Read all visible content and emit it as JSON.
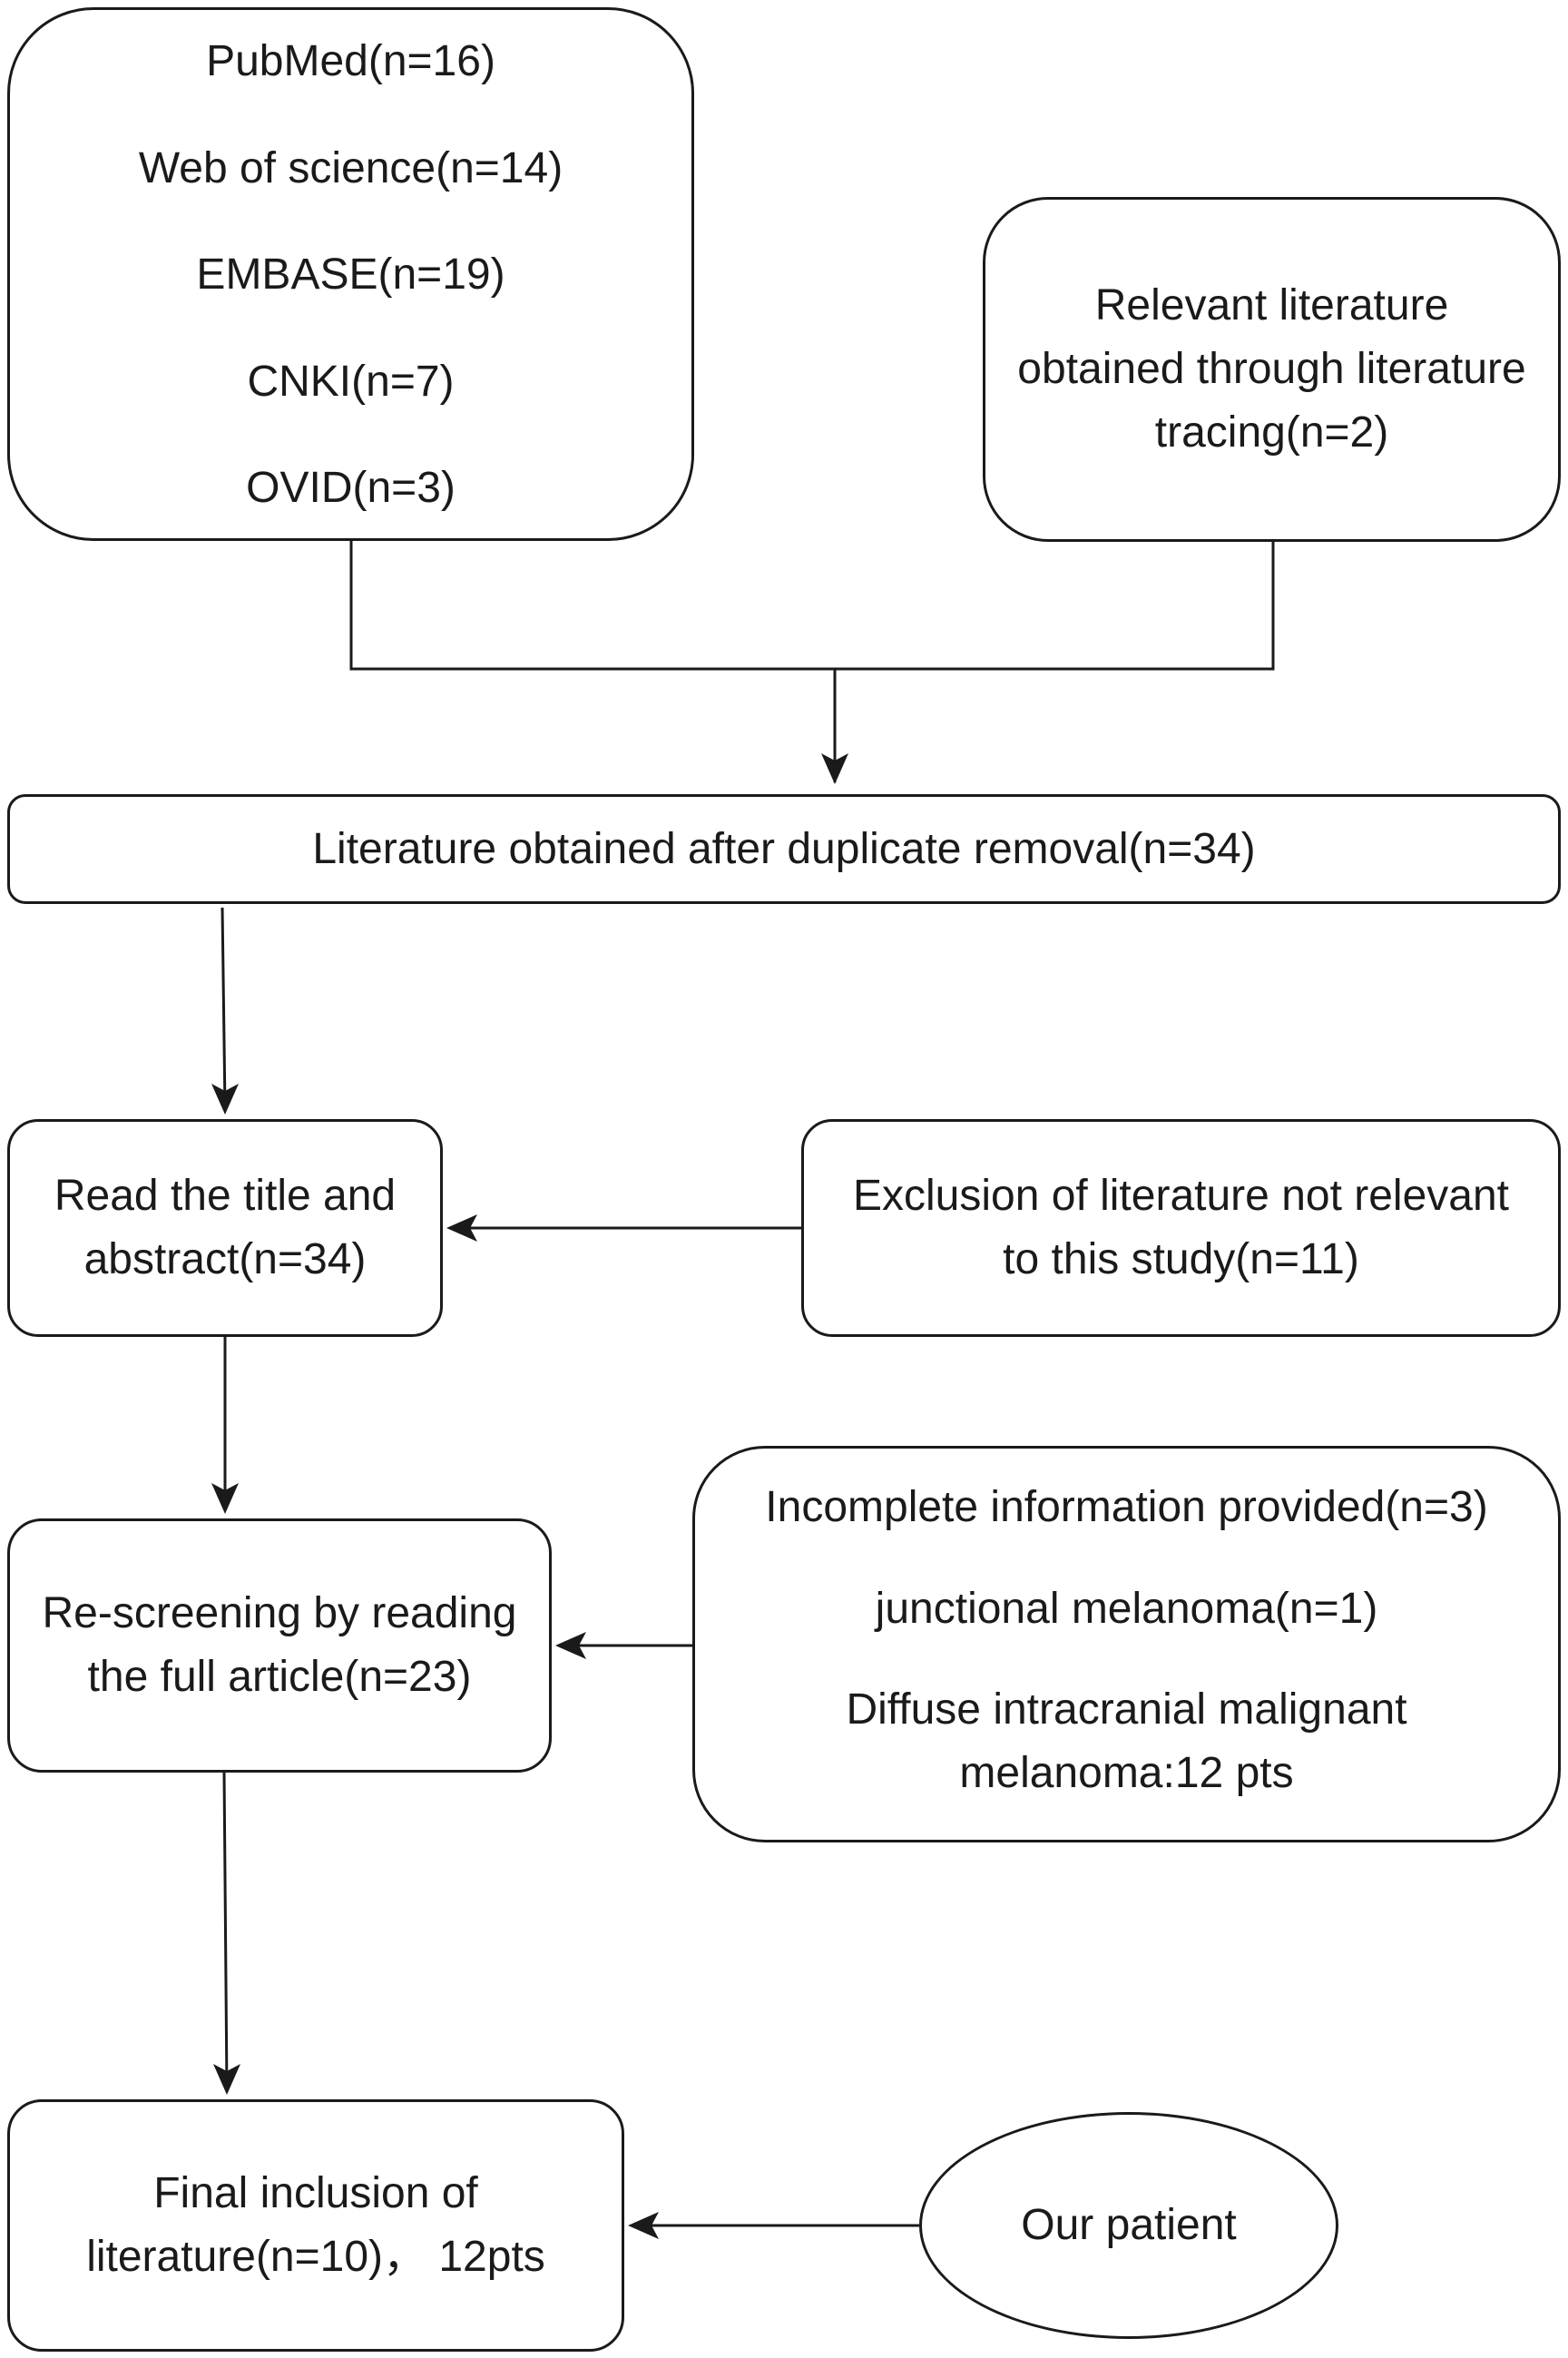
{
  "sources": [
    "PubMed(n=16)",
    "Web of science(n=14)",
    "EMBASE(n=19)",
    "CNKI(n=7)",
    "OVID(n=3)"
  ],
  "tracing": {
    "lines": [
      "Relevant literature",
      "obtained through literature",
      "tracing(n=2)"
    ]
  },
  "dedup": {
    "text": "Literature obtained after duplicate removal(n=34)"
  },
  "title_abstract": {
    "lines": [
      "Read the title and",
      "abstract(n=34)"
    ]
  },
  "exclusion": {
    "lines": [
      "Exclusion of literature not relevant",
      "to this study(n=11)"
    ]
  },
  "fulltext": {
    "lines": [
      "Re-screening by reading",
      "the full article(n=23)"
    ]
  },
  "fulltext_exclusion": {
    "incomplete": "Incomplete information provided(n=3)",
    "junctional": "junctional melanoma(n=1)",
    "diffuse_lines": [
      "Diffuse intracranial malignant",
      "melanoma:12 pts"
    ]
  },
  "final": {
    "lines": [
      "Final inclusion of",
      "literature(n=10)， 12pts"
    ]
  },
  "patient": {
    "text": "Our patient"
  }
}
